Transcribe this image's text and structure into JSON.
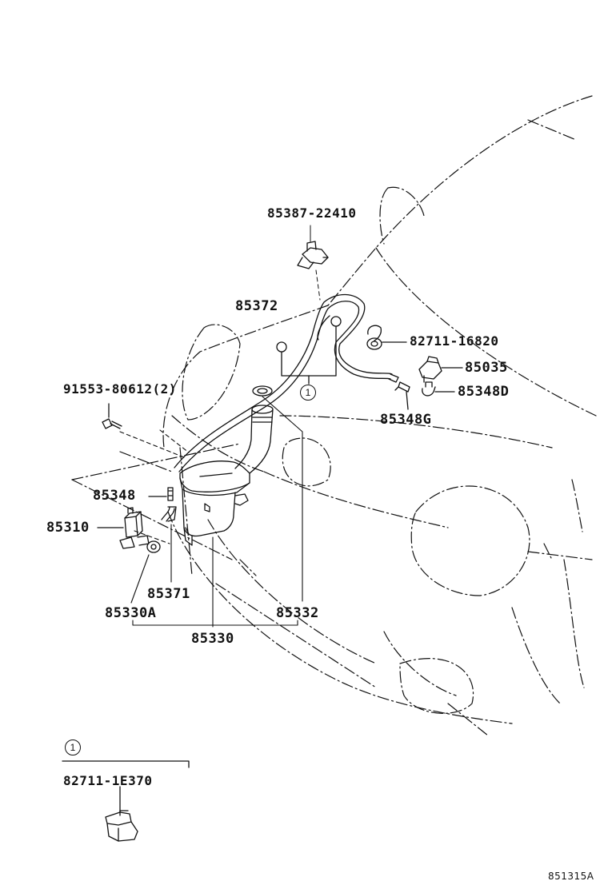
{
  "parts": {
    "bracket_85387": "85387-22410",
    "hose_85372": "85372",
    "clip_82711_16820": "82711-16820",
    "nozzle_85035": "85035",
    "joint_85348D": "85348D",
    "joint_85348G": "85348G",
    "bolt_91553": "91553-80612(2)",
    "joint_85348": "85348",
    "motor_85310": "85310",
    "hose_85371": "85371",
    "grommet_85330A": "85330A",
    "gasket_85332": "85332",
    "jar_85330": "85330"
  },
  "callout": {
    "marker": "1",
    "part": "82711-1E370"
  },
  "diagram_code": "851315A"
}
